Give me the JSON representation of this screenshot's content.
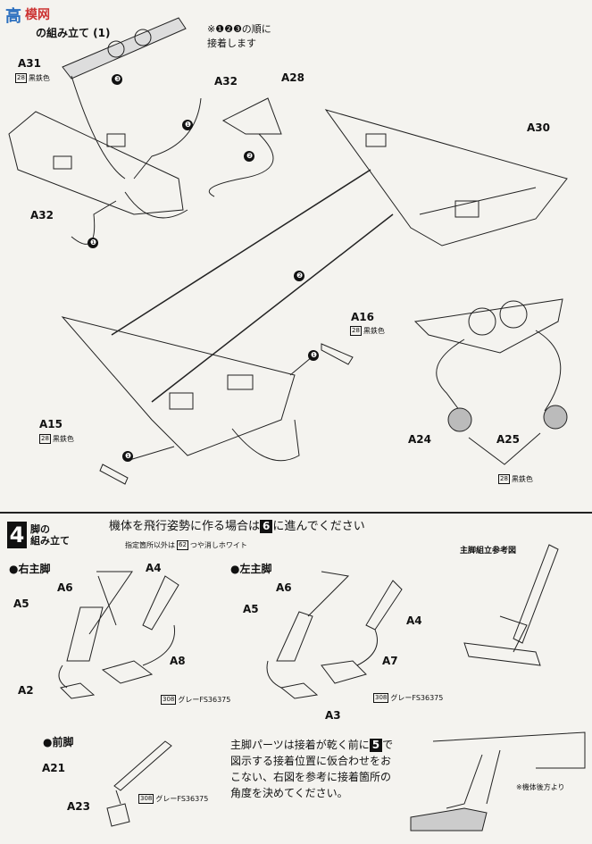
{
  "header": {
    "title": "の組み立て (1)",
    "order_note_line1": "※❶❷❸の順に",
    "order_note_line2": "接着します"
  },
  "parts_top": {
    "A31": "A31",
    "A32a": "A32",
    "A32b": "A32",
    "A28": "A28",
    "A30": "A30",
    "A16": "A16",
    "A15": "A15",
    "A24": "A24",
    "A25": "A25"
  },
  "paints_top": {
    "a31_code": "28",
    "a31_name": "黒鉄色",
    "a16_code": "28",
    "a16_name": "黒鉄色",
    "a15_code": "28",
    "a15_name": "黒鉄色",
    "wheel_code": "28",
    "wheel_name": "黒鉄色"
  },
  "step_markers": [
    "❸",
    "❶",
    "❷",
    "❶",
    "❷",
    "❶",
    "❶"
  ],
  "step4": {
    "number": "4",
    "title_line1": "脚の",
    "title_line2": "組み立て",
    "note_pre": "機体を飛行姿勢に作る場合は",
    "note_box": "6",
    "note_post": "に進んでください",
    "spec_pre": "指定箇所以外は",
    "spec_code": "62",
    "spec_name": "つや消しホワイト",
    "right_main": "●右主脚",
    "left_main": "●左主脚",
    "nose": "●前脚",
    "ref_title": "主脚組立参考図",
    "rear_view": "※機体後方より",
    "parts": {
      "r_A4": "A4",
      "r_A6": "A6",
      "r_A5": "A5",
      "r_A8": "A8",
      "r_A2": "A2",
      "l_A6": "A6",
      "l_A5": "A5",
      "l_A4": "A4",
      "l_A7": "A7",
      "l_A3": "A3",
      "n_A21": "A21",
      "n_A23": "A23"
    },
    "paint_r_code": "308",
    "paint_r_name": "グレーFS36375",
    "paint_l_code": "308",
    "paint_l_name": "グレーFS36375",
    "paint_n_code": "308",
    "paint_n_name": "グレーFS36375",
    "instr_l1_pre": "主脚パーツは接着が乾く前に",
    "instr_l1_box": "5",
    "instr_l1_post": "で",
    "instr_l2": "図示する接着位置に仮合わせをお",
    "instr_l3": "こない、右図を参考に接着箇所の",
    "instr_l4": "角度を決めてください。"
  },
  "watermark": {
    "text1": "高",
    "text2": "模网"
  }
}
